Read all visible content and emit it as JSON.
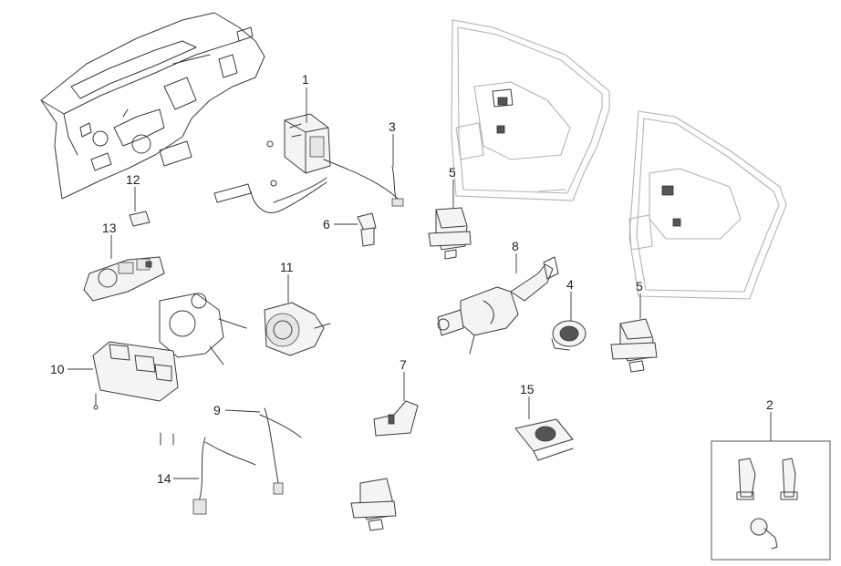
{
  "callouts": {
    "c1": "1",
    "c2": "2",
    "c3": "3",
    "c4": "4",
    "c5a": "5",
    "c5b": "5",
    "c6": "6",
    "c7": "7",
    "c8": "8",
    "c9": "9",
    "c10": "10",
    "c11": "11",
    "c12": "12",
    "c13": "13",
    "c14": "14",
    "c15": "15"
  },
  "colors": {
    "line": "#3a3a3a",
    "door_trim": "#b9b0b0",
    "background": "#ffffff"
  }
}
